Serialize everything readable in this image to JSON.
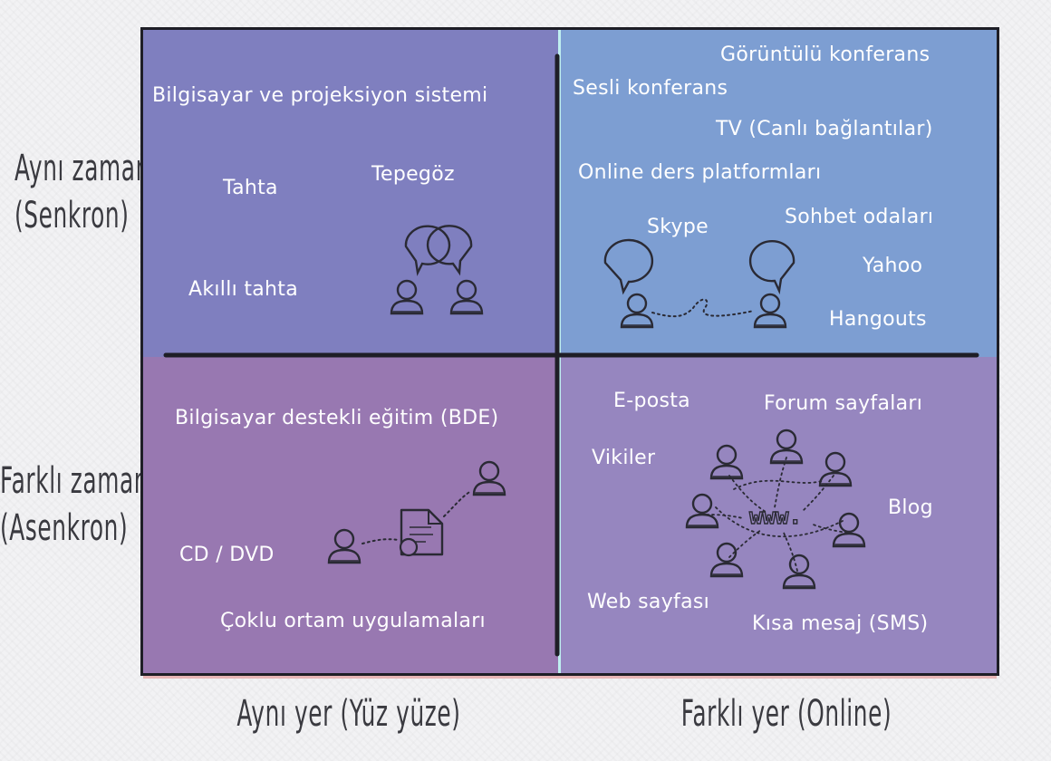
{
  "axes": {
    "rows": [
      {
        "line1": "Aynı zaman",
        "line2": "(Senkron)"
      },
      {
        "line1": "Farklı zaman",
        "line2": "(Asenkron)"
      }
    ],
    "columns": [
      "Aynı yer (Yüz yüze)",
      "Farklı yer (Online)"
    ]
  },
  "quadrants": {
    "top_left": {
      "items": [
        "Bilgisayar ve projeksiyon sistemi",
        "Tahta",
        "Tepegöz",
        "Akıllı tahta"
      ]
    },
    "top_right": {
      "items": [
        "Görüntülü konferans",
        "Sesli konferans",
        "TV (Canlı bağlantılar)",
        "Online ders platformları",
        "Skype",
        "Sohbet odaları",
        "Yahoo",
        "Hangouts"
      ]
    },
    "bottom_left": {
      "items": [
        "Bilgisayar destekli eğitim (BDE)",
        "CD / DVD",
        "Çoklu ortam uygulamaları"
      ]
    },
    "bottom_right": {
      "items": [
        "E-posta",
        "Forum sayfaları",
        "Vikiler",
        "Blog",
        "Web sayfası",
        "Kısa mesaj (SMS)"
      ],
      "center_label": "www."
    }
  },
  "colors": {
    "top_left": "#7f7fbf",
    "top_right": "#7d9ed2",
    "bottom_left": "#9878b1",
    "bottom_right": "#9686bf"
  },
  "icons": [
    "speech-bubbles-people-icon",
    "chat-people-connected-icon",
    "document-sharing-people-icon",
    "www-network-people-icon"
  ]
}
